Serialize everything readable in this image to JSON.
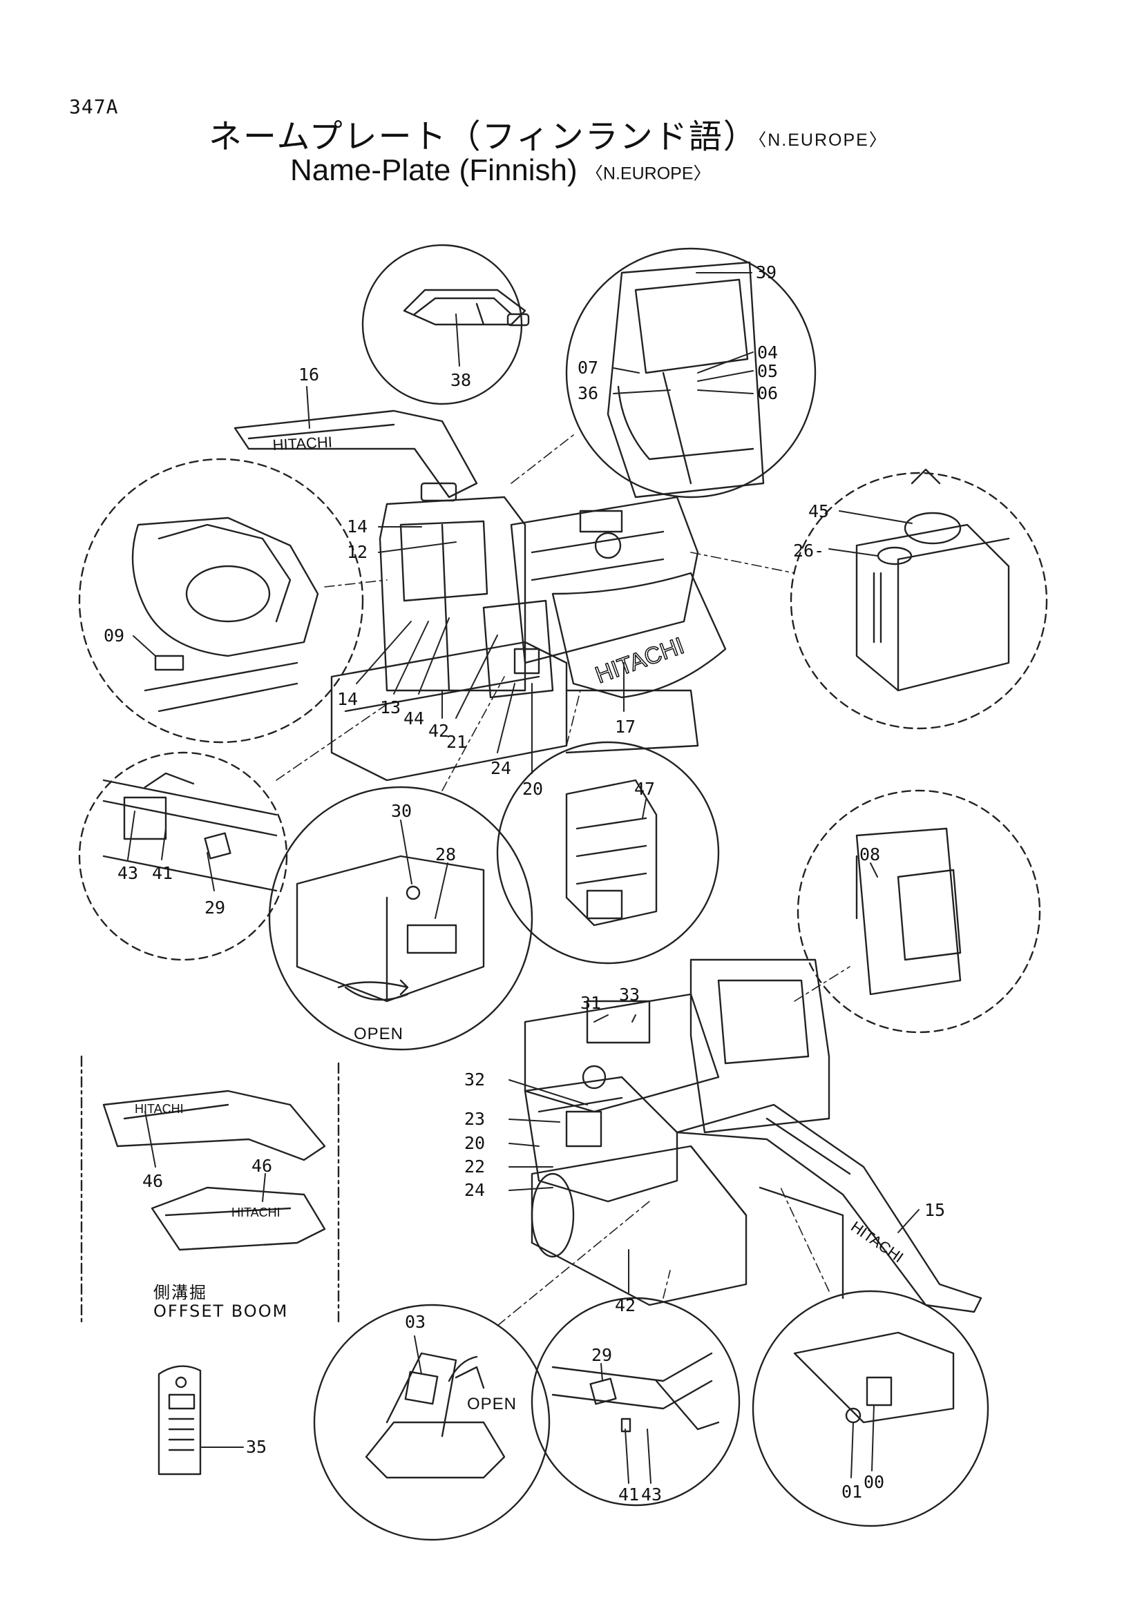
{
  "page_number": "347A",
  "title": {
    "japanese": "ネームプレート（フィンランド語）",
    "english": "Name-Plate (Finnish)",
    "region": "〈N.EUROPE〉"
  },
  "callouts": [
    {
      "label": "16"
    },
    {
      "label": "38"
    },
    {
      "label": "39"
    },
    {
      "label": "07"
    },
    {
      "label": "04"
    },
    {
      "label": "05"
    },
    {
      "label": "36"
    },
    {
      "label": "06"
    },
    {
      "label": "14"
    },
    {
      "label": "12"
    },
    {
      "label": "45"
    },
    {
      "label": "26-"
    },
    {
      "label": "09"
    },
    {
      "label": "14"
    },
    {
      "label": "13"
    },
    {
      "label": "44"
    },
    {
      "label": "42"
    },
    {
      "label": "21"
    },
    {
      "label": "24"
    },
    {
      "label": "20"
    },
    {
      "label": "17"
    },
    {
      "label": "30"
    },
    {
      "label": "28"
    },
    {
      "label": "47"
    },
    {
      "label": "08"
    },
    {
      "label": "43"
    },
    {
      "label": "41"
    },
    {
      "label": "29"
    },
    {
      "label": "31"
    },
    {
      "label": "33"
    },
    {
      "label": "32"
    },
    {
      "label": "23"
    },
    {
      "label": "20"
    },
    {
      "label": "22"
    },
    {
      "label": "24"
    },
    {
      "label": "46"
    },
    {
      "label": "46"
    },
    {
      "label": "15"
    },
    {
      "label": "42"
    },
    {
      "label": "03"
    },
    {
      "label": "29"
    },
    {
      "label": "35"
    },
    {
      "label": "41"
    },
    {
      "label": "43"
    },
    {
      "label": "01"
    },
    {
      "label": "00"
    }
  ],
  "decals": {
    "boom_brand": "HITACHI",
    "counterweight_brand": "HITACHI",
    "offset_brand_a": "HITACHI",
    "offset_brand_b": "HITACHI",
    "side_boom_brand": "HITACHI"
  },
  "open_labels": {
    "battery": "OPEN",
    "hatch": "OPEN"
  },
  "offset_caption": {
    "japanese": "側溝掘",
    "english": "OFFSET BOOM"
  }
}
